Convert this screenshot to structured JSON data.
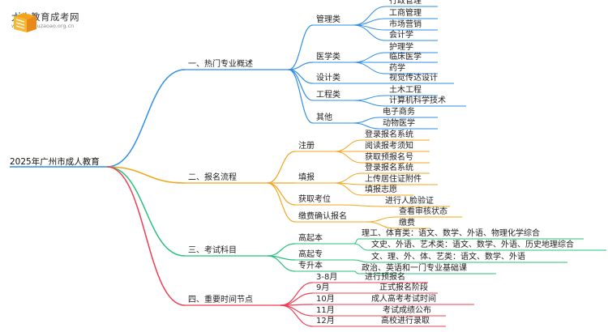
{
  "brand": {
    "name": "大牛教育成考网",
    "url": "www.daniuzaoao.org.cn"
  },
  "root": "2025年广州市成人教育",
  "branches": [
    {
      "label": "一、热门专业概述",
      "color": "#2f8ee5",
      "children": [
        {
          "label": "管理类",
          "items": [
            "行政管理",
            "工商管理",
            "市场营销",
            "会计学"
          ]
        },
        {
          "label": "医学类",
          "items": [
            "护理学",
            "临床医学",
            "药学"
          ]
        },
        {
          "label": "设计类",
          "items": [
            "视觉传达设计"
          ]
        },
        {
          "label": "工程类",
          "items": [
            "土木工程",
            "计算机科学技术"
          ]
        },
        {
          "label": "其他",
          "items": [
            "电子商务",
            "动物医学"
          ]
        }
      ]
    },
    {
      "label": "二、报名流程",
      "color": "#f2a51d",
      "children": [
        {
          "label": "注册",
          "items": [
            "登录报名系统",
            "阅读报考须知",
            "获取预报名号"
          ]
        },
        {
          "label": "填报",
          "items": [
            "登录报名系统",
            "上传居住证附件",
            "填报志愿"
          ]
        },
        {
          "label": "获取考位",
          "items": [
            "进行人脸验证"
          ]
        },
        {
          "label": "缴费确认报名",
          "items": [
            "查看审核状态",
            "缴费"
          ]
        }
      ]
    },
    {
      "label": "三、考试科目",
      "color": "#27c07a",
      "children": [
        {
          "label": "高起本",
          "items": [
            "理工、体育类：语文、数学、外语、物理化学综合",
            "文史、外语、艺术类：语文、数学、外语、历史地理综合"
          ]
        },
        {
          "label": "高起专",
          "items": [
            "文、理、外、体、艺类：语文、数学、外语"
          ]
        },
        {
          "label": "专升本",
          "items": [
            "政治、英语和一门专业基础课"
          ]
        }
      ]
    },
    {
      "label": "四、重要时间节点",
      "color": "#ef3f55",
      "children": [
        {
          "label": "3-8月",
          "items": [
            "进行预报名"
          ]
        },
        {
          "label": "9月",
          "items": [
            "正式报名阶段"
          ]
        },
        {
          "label": "10月",
          "items": [
            "成人高考考试时间"
          ]
        },
        {
          "label": "11月",
          "items": [
            "考试成绩公布"
          ]
        },
        {
          "label": "12月",
          "items": [
            "高校进行录取"
          ]
        }
      ]
    }
  ]
}
